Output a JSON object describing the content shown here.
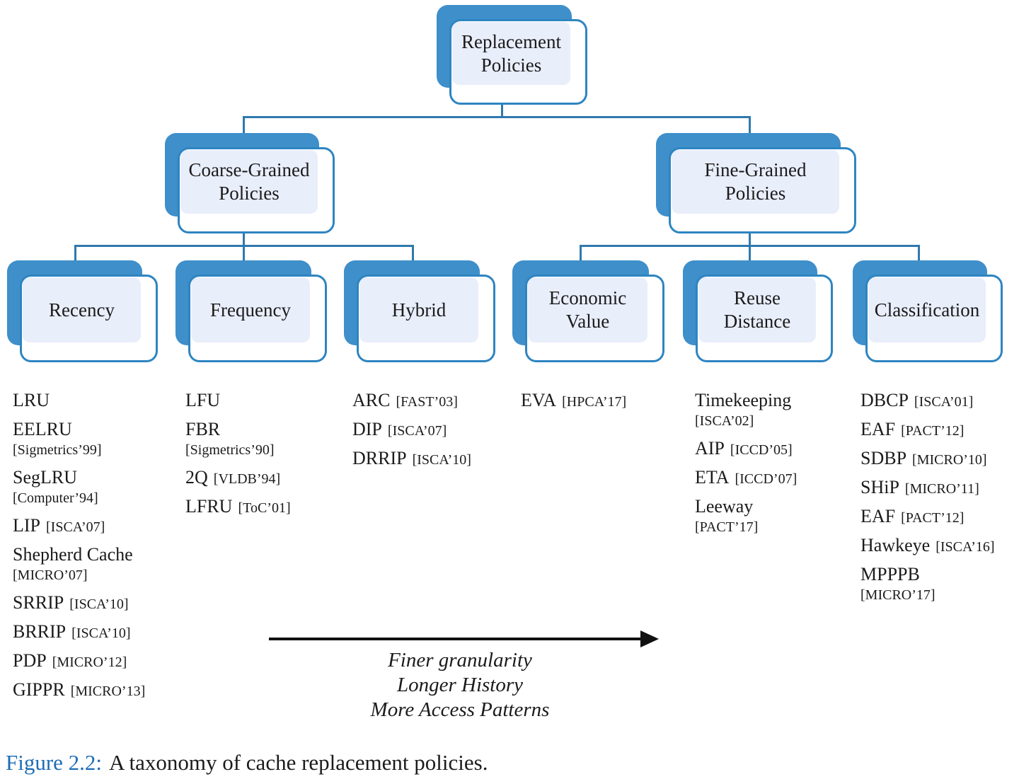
{
  "colors": {
    "node_back": "#3e8fca",
    "node_border": "#2e85c1",
    "node_fill": "#e9eefb",
    "connector": "#2e79ae",
    "arrow": "#111111",
    "caption_accent": "#1e6db6"
  },
  "tree": {
    "root": {
      "label": "Replacement Policies"
    },
    "coarse": {
      "label": "Coarse-Grained Policies"
    },
    "fine": {
      "label": "Fine-Grained Policies"
    },
    "recency": {
      "label": "Recency"
    },
    "frequency": {
      "label": "Frequency"
    },
    "hybrid": {
      "label": "Hybrid"
    },
    "economic": {
      "label": "Economic Value"
    },
    "reuse": {
      "label": "Reuse Distance"
    },
    "classification": {
      "label": "Classification"
    }
  },
  "columns": [
    {
      "category": "Recency",
      "items": [
        {
          "name": "LRU",
          "layout": "solo"
        },
        {
          "name": "EELRU",
          "cite": "[Sigmetrics’99]",
          "layout": "stacked"
        },
        {
          "name": "SegLRU",
          "cite": "[Computer’94]",
          "layout": "stacked"
        },
        {
          "name": "LIP",
          "cite": "[ISCA’07]",
          "layout": "inline"
        },
        {
          "name": "Shepherd Cache",
          "cite": "[MICRO’07]",
          "layout": "stacked"
        },
        {
          "name": "SRRIP",
          "cite": "[ISCA’10]",
          "layout": "inline"
        },
        {
          "name": "BRRIP",
          "cite": "[ISCA’10]",
          "layout": "inline"
        },
        {
          "name": "PDP",
          "cite": "[MICRO’12]",
          "layout": "inline"
        },
        {
          "name": "GIPPR",
          "cite": "[MICRO’13]",
          "layout": "inline"
        }
      ]
    },
    {
      "category": "Frequency",
      "items": [
        {
          "name": "LFU",
          "layout": "solo"
        },
        {
          "name": "FBR",
          "cite": "[Sigmetrics’90]",
          "layout": "stacked"
        },
        {
          "name": "2Q",
          "cite": "[VLDB’94]",
          "layout": "inline"
        },
        {
          "name": "LFRU",
          "cite": "[ToC’01]",
          "layout": "inline"
        }
      ]
    },
    {
      "category": "Hybrid",
      "items": [
        {
          "name": "ARC",
          "cite": "[FAST’03]",
          "layout": "inline"
        },
        {
          "name": "DIP",
          "cite": "[ISCA’07]",
          "layout": "inline"
        },
        {
          "name": "DRRIP",
          "cite": "[ISCA’10]",
          "layout": "inline"
        }
      ]
    },
    {
      "category": "Economic Value",
      "items": [
        {
          "name": "EVA",
          "cite": "[HPCA’17]",
          "layout": "inline"
        }
      ]
    },
    {
      "category": "Reuse Distance",
      "items": [
        {
          "name": "Timekeeping",
          "cite": "[ISCA’02]",
          "layout": "stacked"
        },
        {
          "name": "AIP",
          "cite": "[ICCD’05]",
          "layout": "inline"
        },
        {
          "name": "ETA",
          "cite": "[ICCD’07]",
          "layout": "inline"
        },
        {
          "name": "Leeway",
          "cite": "[PACT’17]",
          "layout": "stacked"
        }
      ]
    },
    {
      "category": "Classification",
      "items": [
        {
          "name": "DBCP",
          "cite": "[ISCA’01]",
          "layout": "inline"
        },
        {
          "name": "EAF",
          "cite": "[PACT’12]",
          "layout": "inline"
        },
        {
          "name": "SDBP",
          "cite": "[MICRO’10]",
          "layout": "inline"
        },
        {
          "name": "SHiP",
          "cite": "[MICRO’11]",
          "layout": "inline"
        },
        {
          "name": "EAF",
          "cite": "[PACT’12]",
          "layout": "inline"
        },
        {
          "name": "Hawkeye",
          "cite": "[ISCA’16]",
          "layout": "inline"
        },
        {
          "name": "MPPPB",
          "cite": "[MICRO’17]",
          "layout": "stacked"
        }
      ]
    }
  ],
  "arrow_note": {
    "lines": [
      {
        "text": "Finer granularity"
      },
      {
        "text": "Longer History"
      },
      {
        "text": "More Access Patterns"
      }
    ]
  },
  "figure": {
    "caption_label": "Figure 2.2:",
    "caption_text": "A taxonomy of cache replacement policies."
  }
}
